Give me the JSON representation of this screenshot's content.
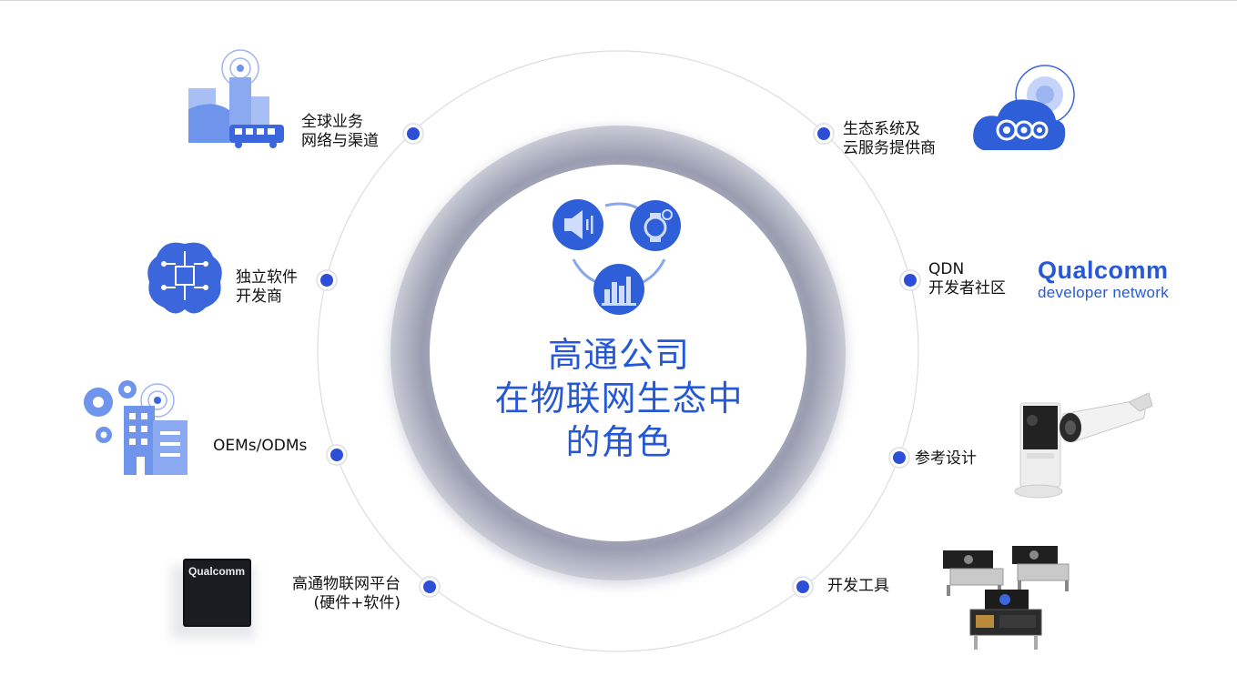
{
  "center": {
    "title_lines": [
      "高通公司",
      "在物联网生态中",
      "的角色"
    ]
  },
  "left_nodes": [
    {
      "lines": [
        "全球业务",
        "网络与渠道"
      ],
      "icon": "city-bus-icon"
    },
    {
      "lines": [
        "独立软件",
        "开发商"
      ],
      "icon": "brain-circuit-icon"
    },
    {
      "lines": [
        "OEMs/ODMs"
      ],
      "icon": "factory-gears-icon"
    },
    {
      "lines": [
        "高通物联网平台",
        "(硬件+软件)"
      ],
      "icon": "qualcomm-chip-icon"
    }
  ],
  "right_nodes": [
    {
      "lines": [
        "生态系统及",
        "云服务提供商"
      ],
      "icon": "cloud-icon"
    },
    {
      "lines": [
        "QDN",
        "开发者社区"
      ],
      "icon": "qdn-logo"
    },
    {
      "lines": [
        "参考设计"
      ],
      "icon": "camera-devices-icon"
    },
    {
      "lines": [
        "开发工具"
      ],
      "icon": "dev-boards-icon"
    }
  ],
  "qdn_logo": {
    "brand": "Qualcomm",
    "sub": "developer network"
  },
  "chip_brand": "Qualcomm",
  "colors": {
    "accent": "#2458d6",
    "ring": "#8f93a6",
    "dot": "#2d4fd8",
    "icon_light": "#6e94ec"
  }
}
